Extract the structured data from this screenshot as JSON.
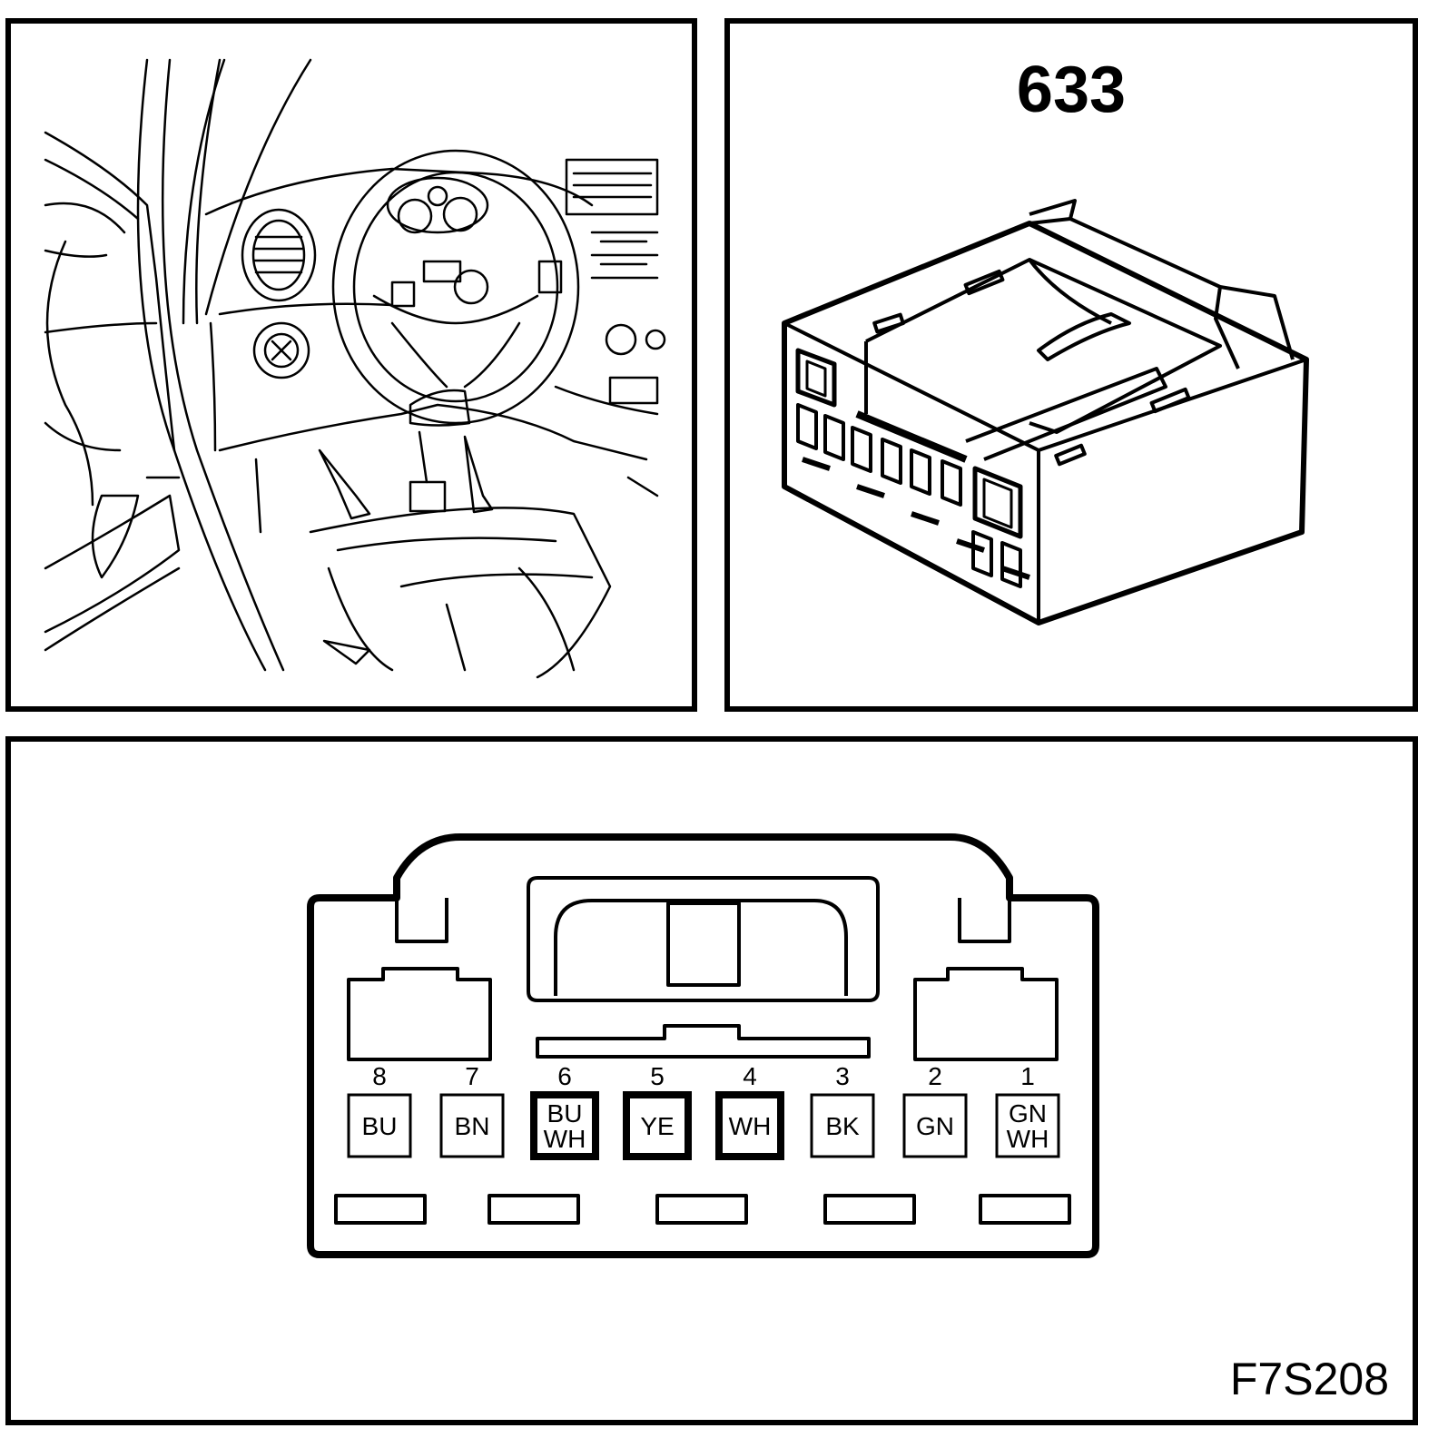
{
  "connector": {
    "number": "633"
  },
  "figure_code": "F7S208",
  "pins": [
    {
      "num": "8",
      "code": [
        "BU"
      ],
      "highlight": false
    },
    {
      "num": "7",
      "code": [
        "BN"
      ],
      "highlight": false
    },
    {
      "num": "6",
      "code": [
        "BU",
        "WH"
      ],
      "highlight": true
    },
    {
      "num": "5",
      "code": [
        "YE"
      ],
      "highlight": true
    },
    {
      "num": "4",
      "code": [
        "WH"
      ],
      "highlight": true
    },
    {
      "num": "3",
      "code": [
        "BK"
      ],
      "highlight": false
    },
    {
      "num": "2",
      "code": [
        "GN"
      ],
      "highlight": false
    },
    {
      "num": "1",
      "code": [
        "GN",
        "WH"
      ],
      "highlight": false
    }
  ]
}
